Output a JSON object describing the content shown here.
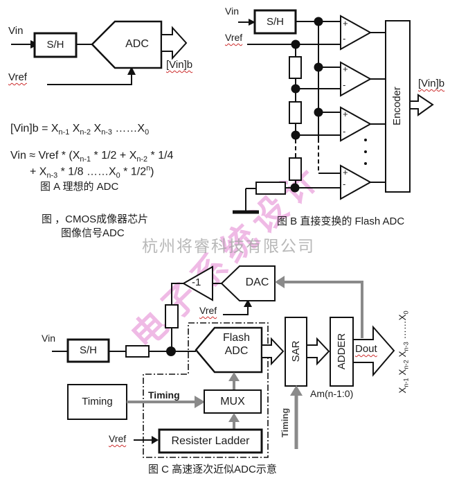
{
  "colors": {
    "line": "#111111",
    "gray_arrow": "#8a8a8a",
    "squiggle_red": "#cc2b2b",
    "watermark_pink": "#de6fc8",
    "watermark_gray": "#b5b5b5"
  },
  "watermarks": {
    "diagonal": "电子系统设计",
    "company": "杭州将睿科技有限公司"
  },
  "figure_a": {
    "vin": "Vin",
    "vref": "Vref",
    "sh": "S/H",
    "adc": "ADC",
    "output": "[Vin]b",
    "caption": "图  A 理想的  ADC"
  },
  "formulas": {
    "line1": [
      {
        "t": "[Vin]b = X",
        "sub": "n-1"
      },
      {
        "t": " X",
        "sub": "n-2"
      },
      {
        "t": " X",
        "sub": "n-3"
      },
      {
        "t": " ……X",
        "sub": "0"
      }
    ],
    "line2": [
      {
        "t": "Vin ≈ Vref * (X",
        "sub": "n-1"
      },
      {
        "t": " * 1/2 + X",
        "sub": "n-2"
      },
      {
        "t": " * 1/4"
      }
    ],
    "line3": [
      {
        "t": "+ X",
        "sub": "n-3"
      },
      {
        "t": " * 1/8 ……X",
        "sub": "0"
      },
      {
        "t": " * 1/2",
        "sup": "n"
      },
      {
        "t": ")"
      }
    ]
  },
  "note": {
    "line1": "图 ，CMOS成像器芯片",
    "line2": "图像信号ADC"
  },
  "figure_b": {
    "vin": "Vin",
    "vref": "Vref",
    "sh": "S/H",
    "encoder": "Encoder",
    "output": "[Vin]b",
    "plus": "+",
    "minus": "-",
    "caption": "图  B 直接变换的 Flash ADC"
  },
  "figure_c": {
    "vin": "Vin",
    "sh": "S/H",
    "inv_gain": "-1",
    "dac": "DAC",
    "vref_dac": "Vref",
    "flash_line1": "Flash",
    "flash_line2": "ADC",
    "sar": "SAR",
    "adder": "ADDER",
    "dout": "Dout",
    "out_bits": [
      {
        "t": "X",
        "sub": "n-1"
      },
      {
        "t": " X",
        "sub": "n-2"
      },
      {
        "t": " X",
        "sub": "n-3"
      },
      {
        "t": " ……X",
        "sub": "0"
      }
    ],
    "am": "Am(n-1:0)",
    "timing_box": "Timing",
    "timing_arrow_label": "Timing",
    "timing_vertical_label": "Timing",
    "mux": "MUX",
    "ladder": "Resister Ladder",
    "vref_ladder": "Vref",
    "caption": "图  C 高速逐次近似ADC示意"
  }
}
